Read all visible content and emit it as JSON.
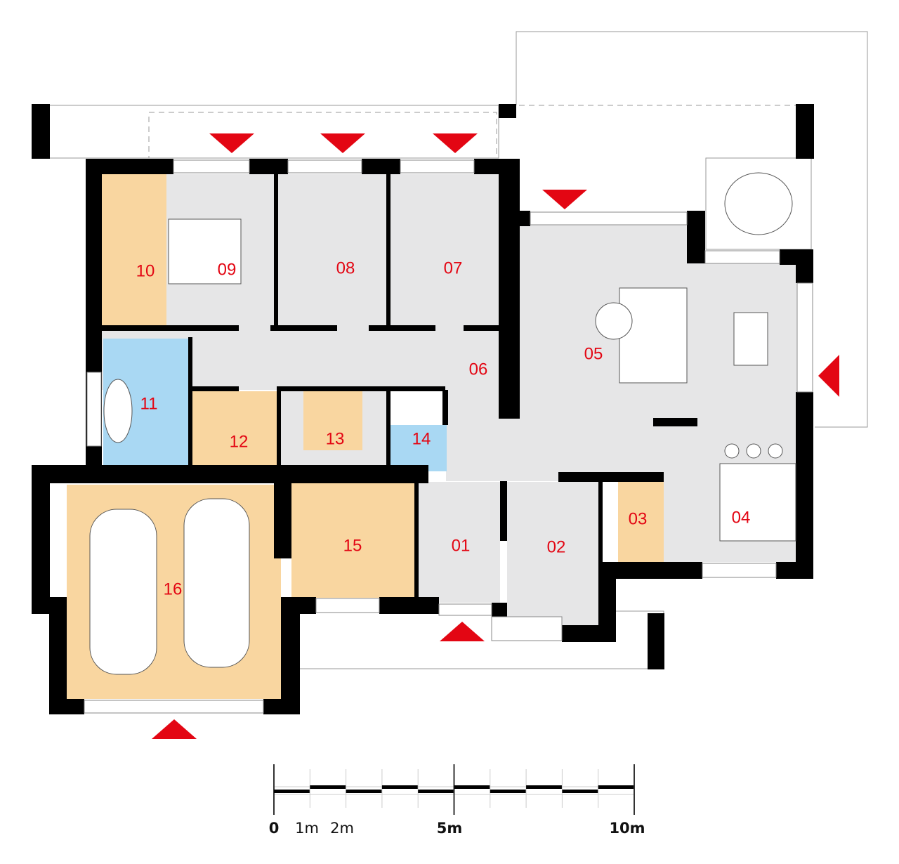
{
  "colors": {
    "room_gray": "#e6e6e7",
    "room_orange": "#f9d6a0",
    "room_blue": "#a9d8f3",
    "label_red": "#e30613",
    "wall": "#000000"
  },
  "rooms": [
    {
      "id": "01",
      "fill": "room_gray"
    },
    {
      "id": "02",
      "fill": "room_gray"
    },
    {
      "id": "03",
      "fill": "room_orange"
    },
    {
      "id": "04",
      "fill": "room_gray"
    },
    {
      "id": "05",
      "fill": "room_gray"
    },
    {
      "id": "06",
      "fill": "room_gray"
    },
    {
      "id": "07",
      "fill": "room_gray"
    },
    {
      "id": "08",
      "fill": "room_gray"
    },
    {
      "id": "09",
      "fill": "room_gray"
    },
    {
      "id": "10",
      "fill": "room_orange"
    },
    {
      "id": "11",
      "fill": "room_blue"
    },
    {
      "id": "12",
      "fill": "room_orange"
    },
    {
      "id": "13",
      "fill": "room_orange"
    },
    {
      "id": "14",
      "fill": "room_blue"
    },
    {
      "id": "15",
      "fill": "room_orange"
    },
    {
      "id": "16",
      "fill": "room_orange"
    }
  ],
  "scale_bar": {
    "labels": [
      "0",
      "1m",
      "2m",
      "5m",
      "10m"
    ]
  }
}
